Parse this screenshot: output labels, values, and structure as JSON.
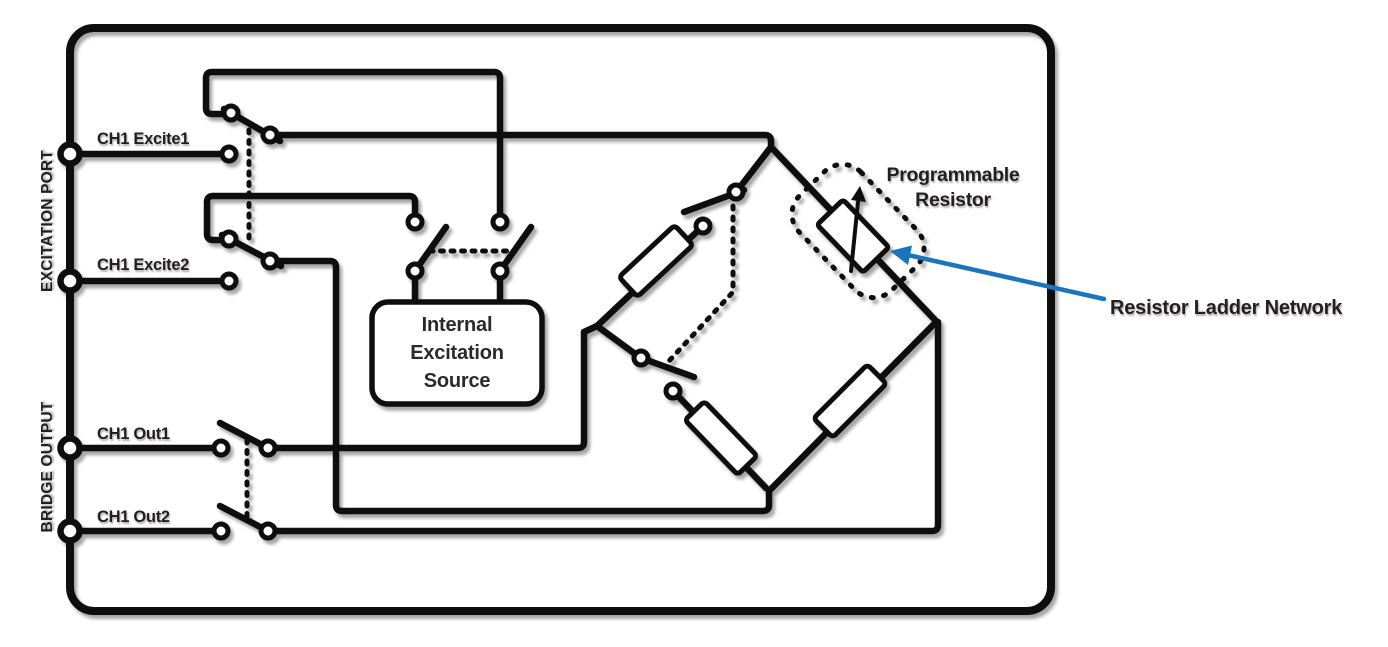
{
  "background": "#ffffff",
  "colors": {
    "wire": "#0e0e0e",
    "text": "#231f20",
    "accent_blue": "#1b75bc",
    "component_fill": "#ffffff"
  },
  "left_ports": {
    "excitation_group_label": "EXCITATION PORT",
    "bridge_group_label": "BRIDGE OUTPUT",
    "terminals": [
      {
        "id": "ch1-excite1",
        "label": "CH1 Excite1"
      },
      {
        "id": "ch1-excite2",
        "label": "CH1 Excite2"
      },
      {
        "id": "ch1-out1",
        "label": "CH1 Out1"
      },
      {
        "id": "ch1-out2",
        "label": "CH1 Out2"
      }
    ]
  },
  "internal_source_box": {
    "lines": [
      "Internal",
      "Excitation",
      "Source"
    ]
  },
  "annotations": {
    "programmable_resistor": {
      "line1": "Programmable",
      "line2": "Resistor"
    },
    "resistor_ladder_label": "Resistor Ladder Network"
  }
}
